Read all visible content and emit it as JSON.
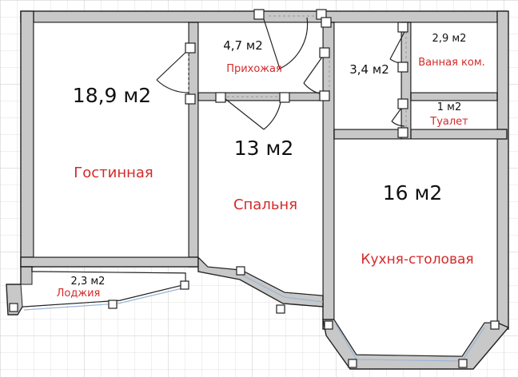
{
  "colors": {
    "wall_fill": "#c8c8c8",
    "wall_stroke": "#222222",
    "grid_line": "#d6d6d6",
    "name_text": "#d42a2a",
    "area_text": "#111111"
  },
  "rooms": {
    "living": {
      "area": "18,9 м2",
      "name": "Гостинная"
    },
    "hall": {
      "area": "4,7 м2",
      "name": "Прихожая"
    },
    "corridor": {
      "area": "3,4 м2"
    },
    "bath": {
      "area": "2,9 м2",
      "name": "Ванная ком."
    },
    "toilet": {
      "area": "1 м2",
      "name": "Туалет"
    },
    "bedroom": {
      "area": "13 м2",
      "name": "Спальня"
    },
    "kitchen": {
      "area": "16 м2",
      "name": "Кухня-столовая"
    },
    "loggia": {
      "area": "2,3 м2",
      "name": "Лоджия"
    }
  }
}
